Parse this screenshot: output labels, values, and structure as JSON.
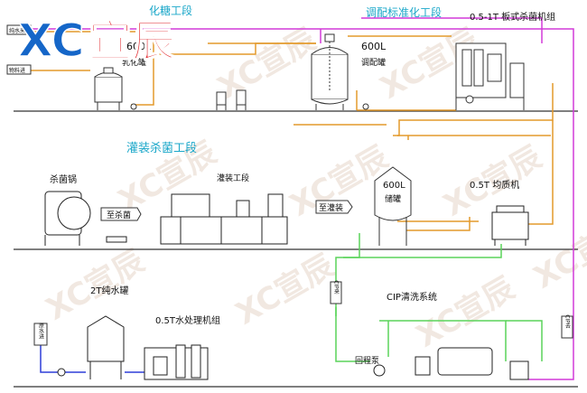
{
  "brand": {
    "latin": "XC",
    "cn": "宣辰"
  },
  "sections": {
    "emulsify": "化糖工段",
    "blend": "调配标准化工段",
    "filling": "灌装杀菌工段"
  },
  "labels": {
    "tank600_emulsify": "600L",
    "emulsify_tank": "乳化罐",
    "tank600_blend": "600L",
    "blend_tank": "调配罐",
    "sterilizer": "0.5-1T  板式杀菌机组",
    "sterilize_pot": "杀菌锅",
    "filling_line": "灌装工段",
    "tank600_storage": "600L",
    "storage_tank": "储罐",
    "homogenizer": "0.5T  均质机",
    "pure_water_tank": "2T纯水罐",
    "water_treatment": "0.5T水处理机组",
    "cip": "CIP清洗系统",
    "return_pump": "回程泵"
  },
  "tags": {
    "to_sterilize": "至杀菌",
    "to_filling": "至灌装",
    "input1": "纯水来",
    "input2": "物料进",
    "cip_in": "CIP来",
    "cip_out": "CIP去",
    "raw_water": "原水进"
  },
  "colors": {
    "orange": "#e39a2c",
    "magenta": "#d23ad8",
    "green": "#5ad45a",
    "blue": "#2f3fd8",
    "section_text": "#1aa7c9",
    "brand_blue": "#1566c8",
    "brand_red": "#e0262b"
  }
}
